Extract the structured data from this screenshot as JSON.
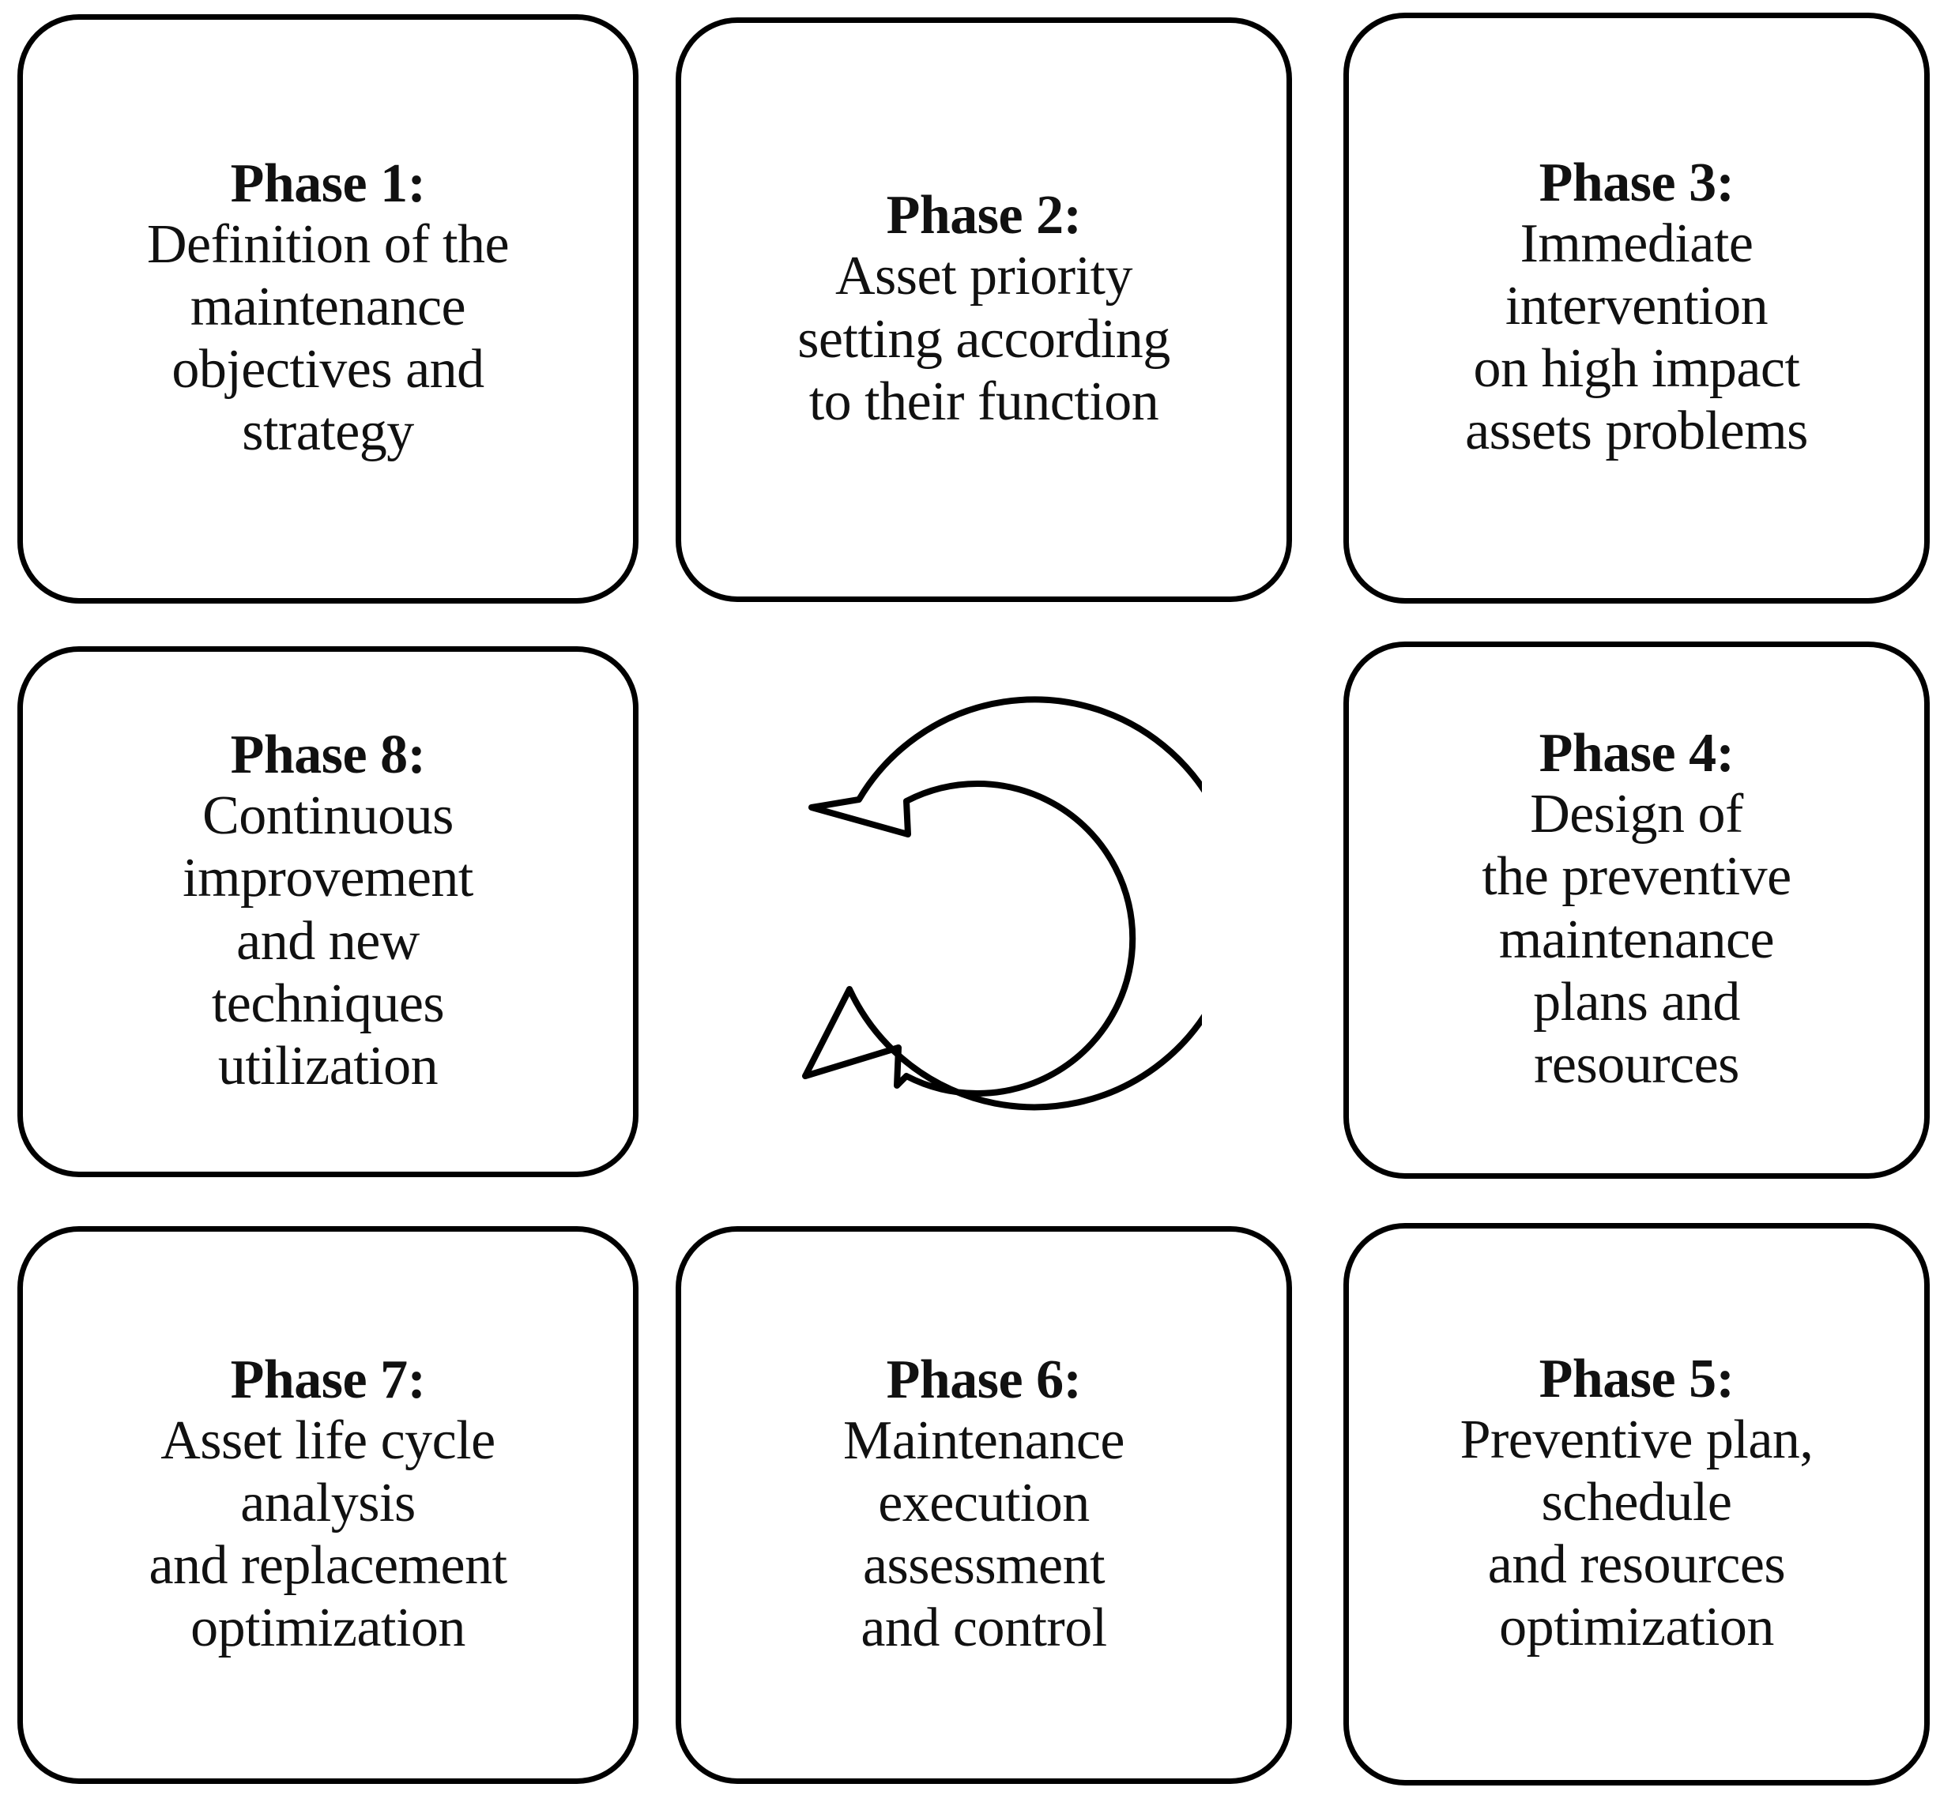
{
  "diagram": {
    "title": "Maintenance management phases cycle",
    "stroke_color": "#000000",
    "background_color": "#ffffff",
    "center_icon": "circular-arrow-icon",
    "center_icon_label": "cycle"
  },
  "phases": [
    {
      "id": "phase-1",
      "title": "Phase 1:",
      "lines": [
        "Definition of the",
        "maintenance",
        "objectives and",
        "strategy"
      ],
      "cell": "top-left"
    },
    {
      "id": "phase-2",
      "title": "Phase 2:",
      "lines": [
        "Asset priority",
        "setting according",
        "to their function"
      ],
      "cell": "top-center"
    },
    {
      "id": "phase-3",
      "title": "Phase 3:",
      "lines": [
        "Immediate",
        "intervention",
        "on high impact",
        "assets problems"
      ],
      "cell": "top-right"
    },
    {
      "id": "phase-8",
      "title": "Phase 8:",
      "lines": [
        "Continuous",
        "improvement",
        "and new",
        "techniques",
        "utilization"
      ],
      "cell": "middle-left"
    },
    {
      "id": "phase-4",
      "title": "Phase 4:",
      "lines": [
        "Design of",
        "the preventive",
        "maintenance",
        "plans and",
        "resources"
      ],
      "cell": "middle-right"
    },
    {
      "id": "phase-7",
      "title": "Phase 7:",
      "lines": [
        "Asset life cycle",
        "analysis",
        "and replacement",
        "optimization"
      ],
      "cell": "bottom-left"
    },
    {
      "id": "phase-6",
      "title": "Phase 6:",
      "lines": [
        "Maintenance",
        "execution",
        "assessment",
        "and control"
      ],
      "cell": "bottom-center"
    },
    {
      "id": "phase-5",
      "title": "Phase 5:",
      "lines": [
        "Preventive plan,",
        "schedule",
        "and resources",
        "optimization"
      ],
      "cell": "bottom-right"
    }
  ]
}
